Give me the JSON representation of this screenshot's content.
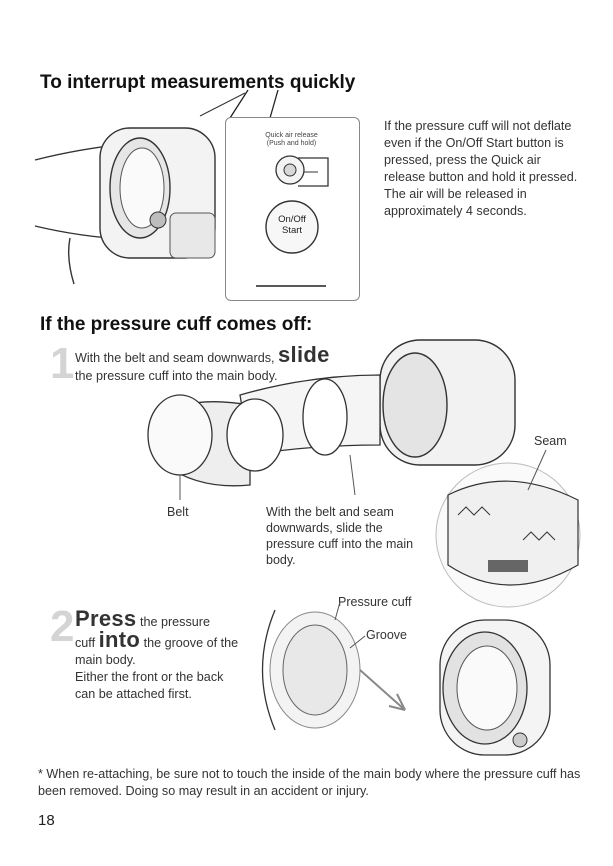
{
  "section1": {
    "title": "To interrupt measurements quickly",
    "description": "If the pressure cuff will not deflate even if the On/Off Start button is pressed, press the Quick air release button and hold it pressed. The air will be released in approximately 4 seconds.",
    "quick_release_label_1": "Quick air release",
    "quick_release_label_2": "(Push and hold)",
    "onoff_label_1": "On/Off",
    "onoff_label_2": "Start"
  },
  "section2": {
    "title": "If the pressure cuff comes off:",
    "step1": {
      "number": "1",
      "text_before": "With the belt and seam downwards,",
      "emphasis": "slide",
      "text_after": "the pressure cuff into the main body."
    },
    "labels": {
      "seam": "Seam",
      "belt": "Belt",
      "caption": "With the belt and seam downwards, slide the pressure cuff into the main body.",
      "pressure_cuff": "Pressure cuff",
      "groove": "Groove"
    },
    "step2": {
      "number": "2",
      "emphasis1": "Press",
      "text1": "the pressure",
      "text2": "cuff",
      "emphasis2": "into",
      "text3": "the groove of the main body.",
      "text4": "Either the front or the back can be attached first."
    }
  },
  "footer": {
    "note_marker": "*",
    "note": "When re-attaching, be sure not to touch the inside of the main body where the pressure cuff has been removed. Doing so may result in an accident or injury.",
    "page_number": "18"
  }
}
